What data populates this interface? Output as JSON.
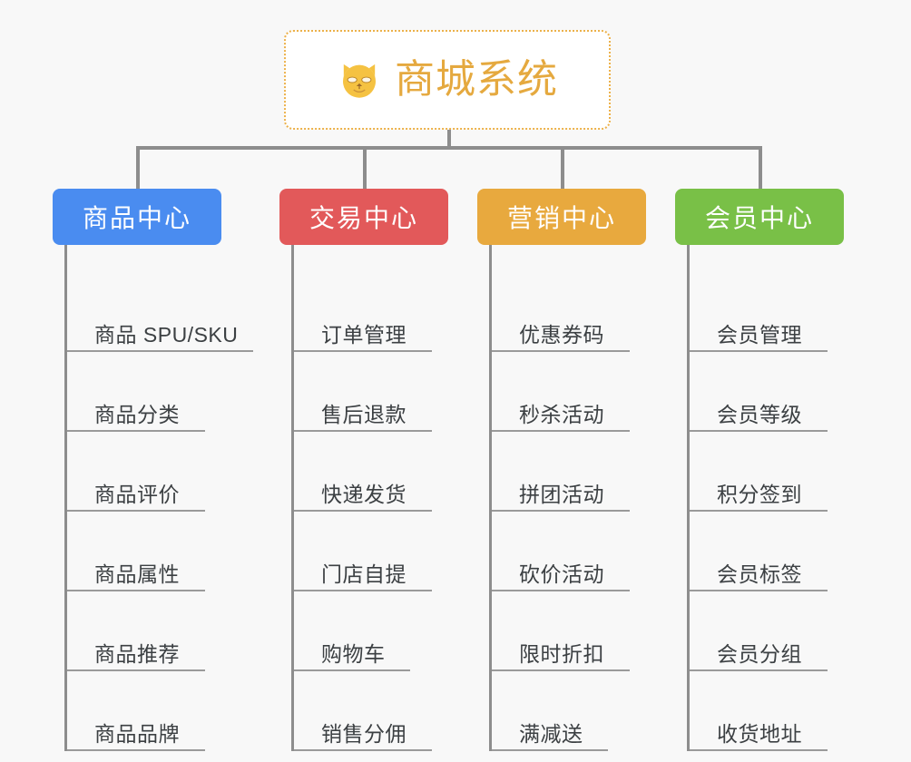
{
  "canvas": {
    "background_color": "#f8f8f8"
  },
  "root": {
    "title": "商城系统",
    "icon": "dog-face-emoji",
    "title_color": "#e5a93f",
    "border_color": "#ecb14a",
    "background_color": "#ffffff"
  },
  "connector": {
    "color": "#8d8d8d"
  },
  "columns": [
    {
      "title": "商品中心",
      "color": "#4a8cf0",
      "items": [
        "商品 SPU/SKU",
        "商品分类",
        "商品评价",
        "商品属性",
        "商品推荐",
        "商品品牌"
      ]
    },
    {
      "title": "交易中心",
      "color": "#e2595a",
      "items": [
        "订单管理",
        "售后退款",
        "快递发货",
        "门店自提",
        "购物车",
        "销售分佣"
      ]
    },
    {
      "title": "营销中心",
      "color": "#e8a93e",
      "items": [
        "优惠券码",
        "秒杀活动",
        "拼团活动",
        "砍价活动",
        "限时折扣",
        "满减送"
      ]
    },
    {
      "title": "会员中心",
      "color": "#79c047",
      "items": [
        "会员管理",
        "会员等级",
        "积分签到",
        "会员标签",
        "会员分组",
        "收货地址"
      ]
    }
  ]
}
